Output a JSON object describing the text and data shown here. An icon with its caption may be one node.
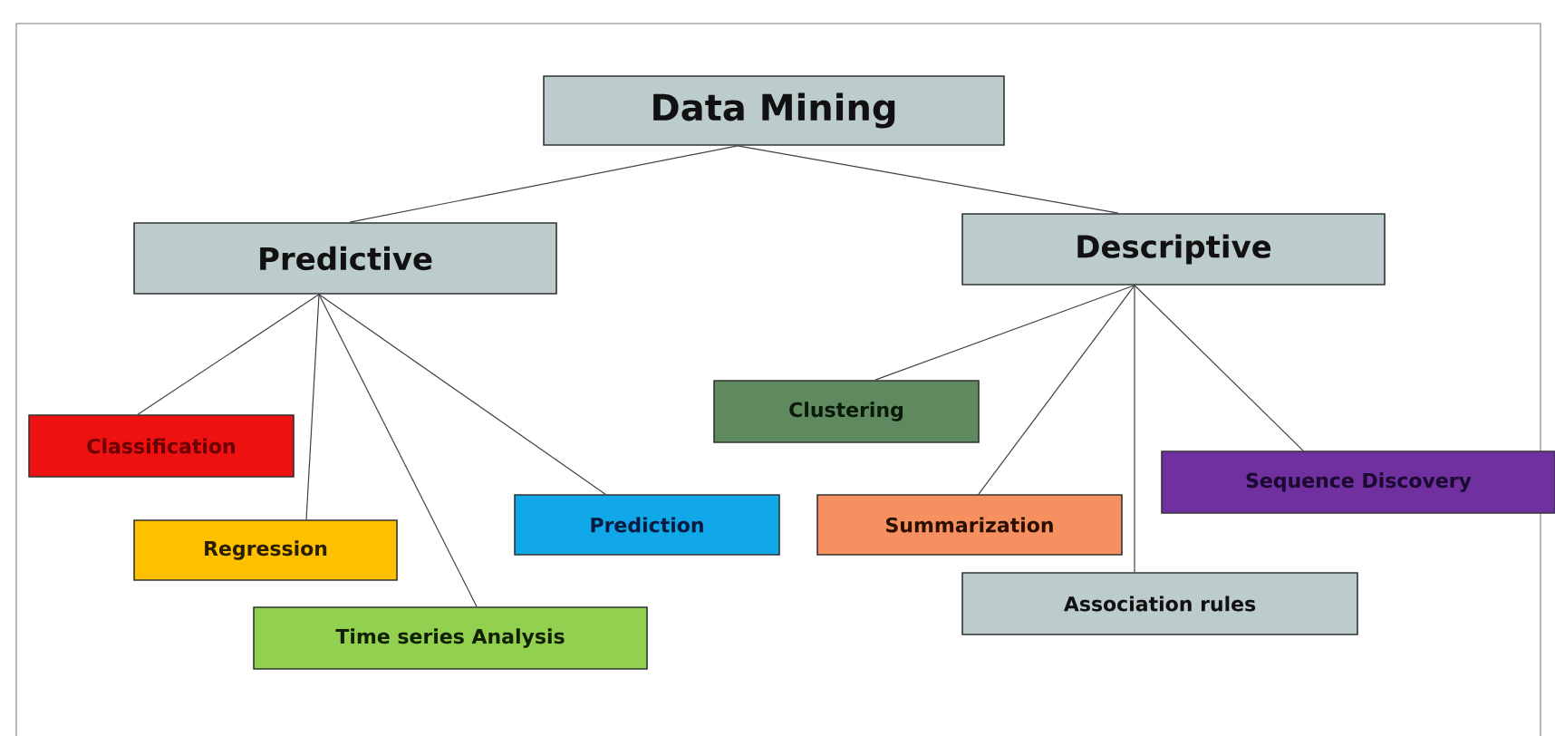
{
  "diagram": {
    "nodes": [
      {
        "text": [
          "Data Mining"
        ]
      },
      {
        "text": [
          "Predictive"
        ]
      },
      {
        "text": [
          "Descriptive"
        ]
      },
      {
        "text": [
          "Classification"
        ]
      },
      {
        "text": [
          "Regression"
        ]
      },
      {
        "text": [
          "Time series Analysis"
        ]
      },
      {
        "text": [
          "Prediction"
        ]
      },
      {
        "text": [
          "Clustering"
        ]
      },
      {
        "text": [
          "Summarization"
        ]
      },
      {
        "text": [
          "Association rules"
        ]
      },
      {
        "text": [
          "Sequence Discovery"
        ]
      }
    ],
    "edges": [
      {
        "from": 0,
        "to": 1,
        "arrow": "none"
      },
      {
        "from": 0,
        "to": 2,
        "arrow": "none"
      },
      {
        "from": 1,
        "to": 3,
        "arrow": "none"
      },
      {
        "from": 1,
        "to": 4,
        "arrow": "none"
      },
      {
        "from": 1,
        "to": 5,
        "arrow": "none"
      },
      {
        "from": 1,
        "to": 6,
        "arrow": "none"
      },
      {
        "from": 2,
        "to": 7,
        "arrow": "none"
      },
      {
        "from": 2,
        "to": 8,
        "arrow": "none"
      },
      {
        "from": 2,
        "to": 9,
        "arrow": "none"
      },
      {
        "from": 2,
        "to": 10,
        "arrow": "none"
      }
    ]
  }
}
